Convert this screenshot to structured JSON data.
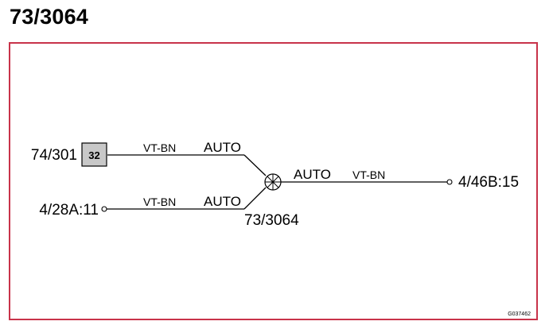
{
  "title": "73/3064",
  "colors": {
    "frame": "#c8334a",
    "connector_fill": "#c8c8c8",
    "line": "#000000"
  },
  "diagram": {
    "connectors": {
      "left_top": "74/301",
      "left_top_pin": "32",
      "left_bottom": "4/28A:11",
      "right": "4/46B:15"
    },
    "splice": {
      "label": "73/3064",
      "icon": "splice-icon"
    },
    "wires": [
      {
        "color_code": "VT-BN",
        "circuit": "AUTO"
      },
      {
        "color_code": "VT-BN",
        "circuit": "AUTO"
      },
      {
        "color_code": "VT-BN",
        "circuit": "AUTO"
      }
    ],
    "figure_id": "G037462"
  }
}
